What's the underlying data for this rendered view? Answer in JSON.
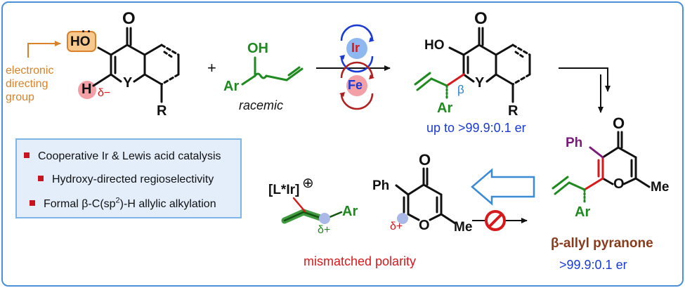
{
  "directing_group": {
    "line1": "electronic",
    "line2": "directing",
    "line3": "group",
    "atom_HO": "HO",
    "atom_H": "H",
    "delta_minus": "δ−",
    "atom_Y": "Y",
    "atom_R": "R",
    "atom_O": "O"
  },
  "plus_sign": "+",
  "allyl_alcohol": {
    "atom_OH": "OH",
    "atom_Ar": "Ar",
    "caption": "racemic"
  },
  "catalysts": {
    "ir": "Ir",
    "fe": "Fe"
  },
  "product": {
    "atom_HO": "HO",
    "atom_O": "O",
    "atom_Y": "Y",
    "atom_R": "R",
    "atom_Ar": "Ar",
    "beta": "β",
    "er": "up to >99.9:0.1 er"
  },
  "pyranone_product": {
    "atom_Ph": "Ph",
    "atom_O_carbonyl": "O",
    "atom_O_ring": "O",
    "atom_Me": "Me",
    "atom_Ar": "Ar",
    "name": "β-allyl pyranone",
    "er": ">99.9:0.1 er"
  },
  "highlights": [
    "Cooperative Ir & Lewis acid catalysis",
    "Hydroxy-directed regioselectivity",
    "Formal β-C(sp2)-H allylic alkylation"
  ],
  "mismatch": {
    "complex": "[L*Ir]",
    "charge": "⊕",
    "delta_plus_allyl": "δ+",
    "atom_Ar": "Ar",
    "atom_Ph": "Ph",
    "atom_O_carbonyl": "O",
    "atom_O_ring": "O",
    "atom_Me": "Me",
    "delta_plus_pyranone": "δ+",
    "caption": "mismatched polarity"
  },
  "colors": {
    "frame": "#4a90d9",
    "orange": "#d9822b",
    "green": "#1f8a1f",
    "red": "#d7191c",
    "blue": "#1a3ad6",
    "brown": "#8a3b1c",
    "purple": "#7b1a7b",
    "box_fill": "#e3eefa"
  }
}
